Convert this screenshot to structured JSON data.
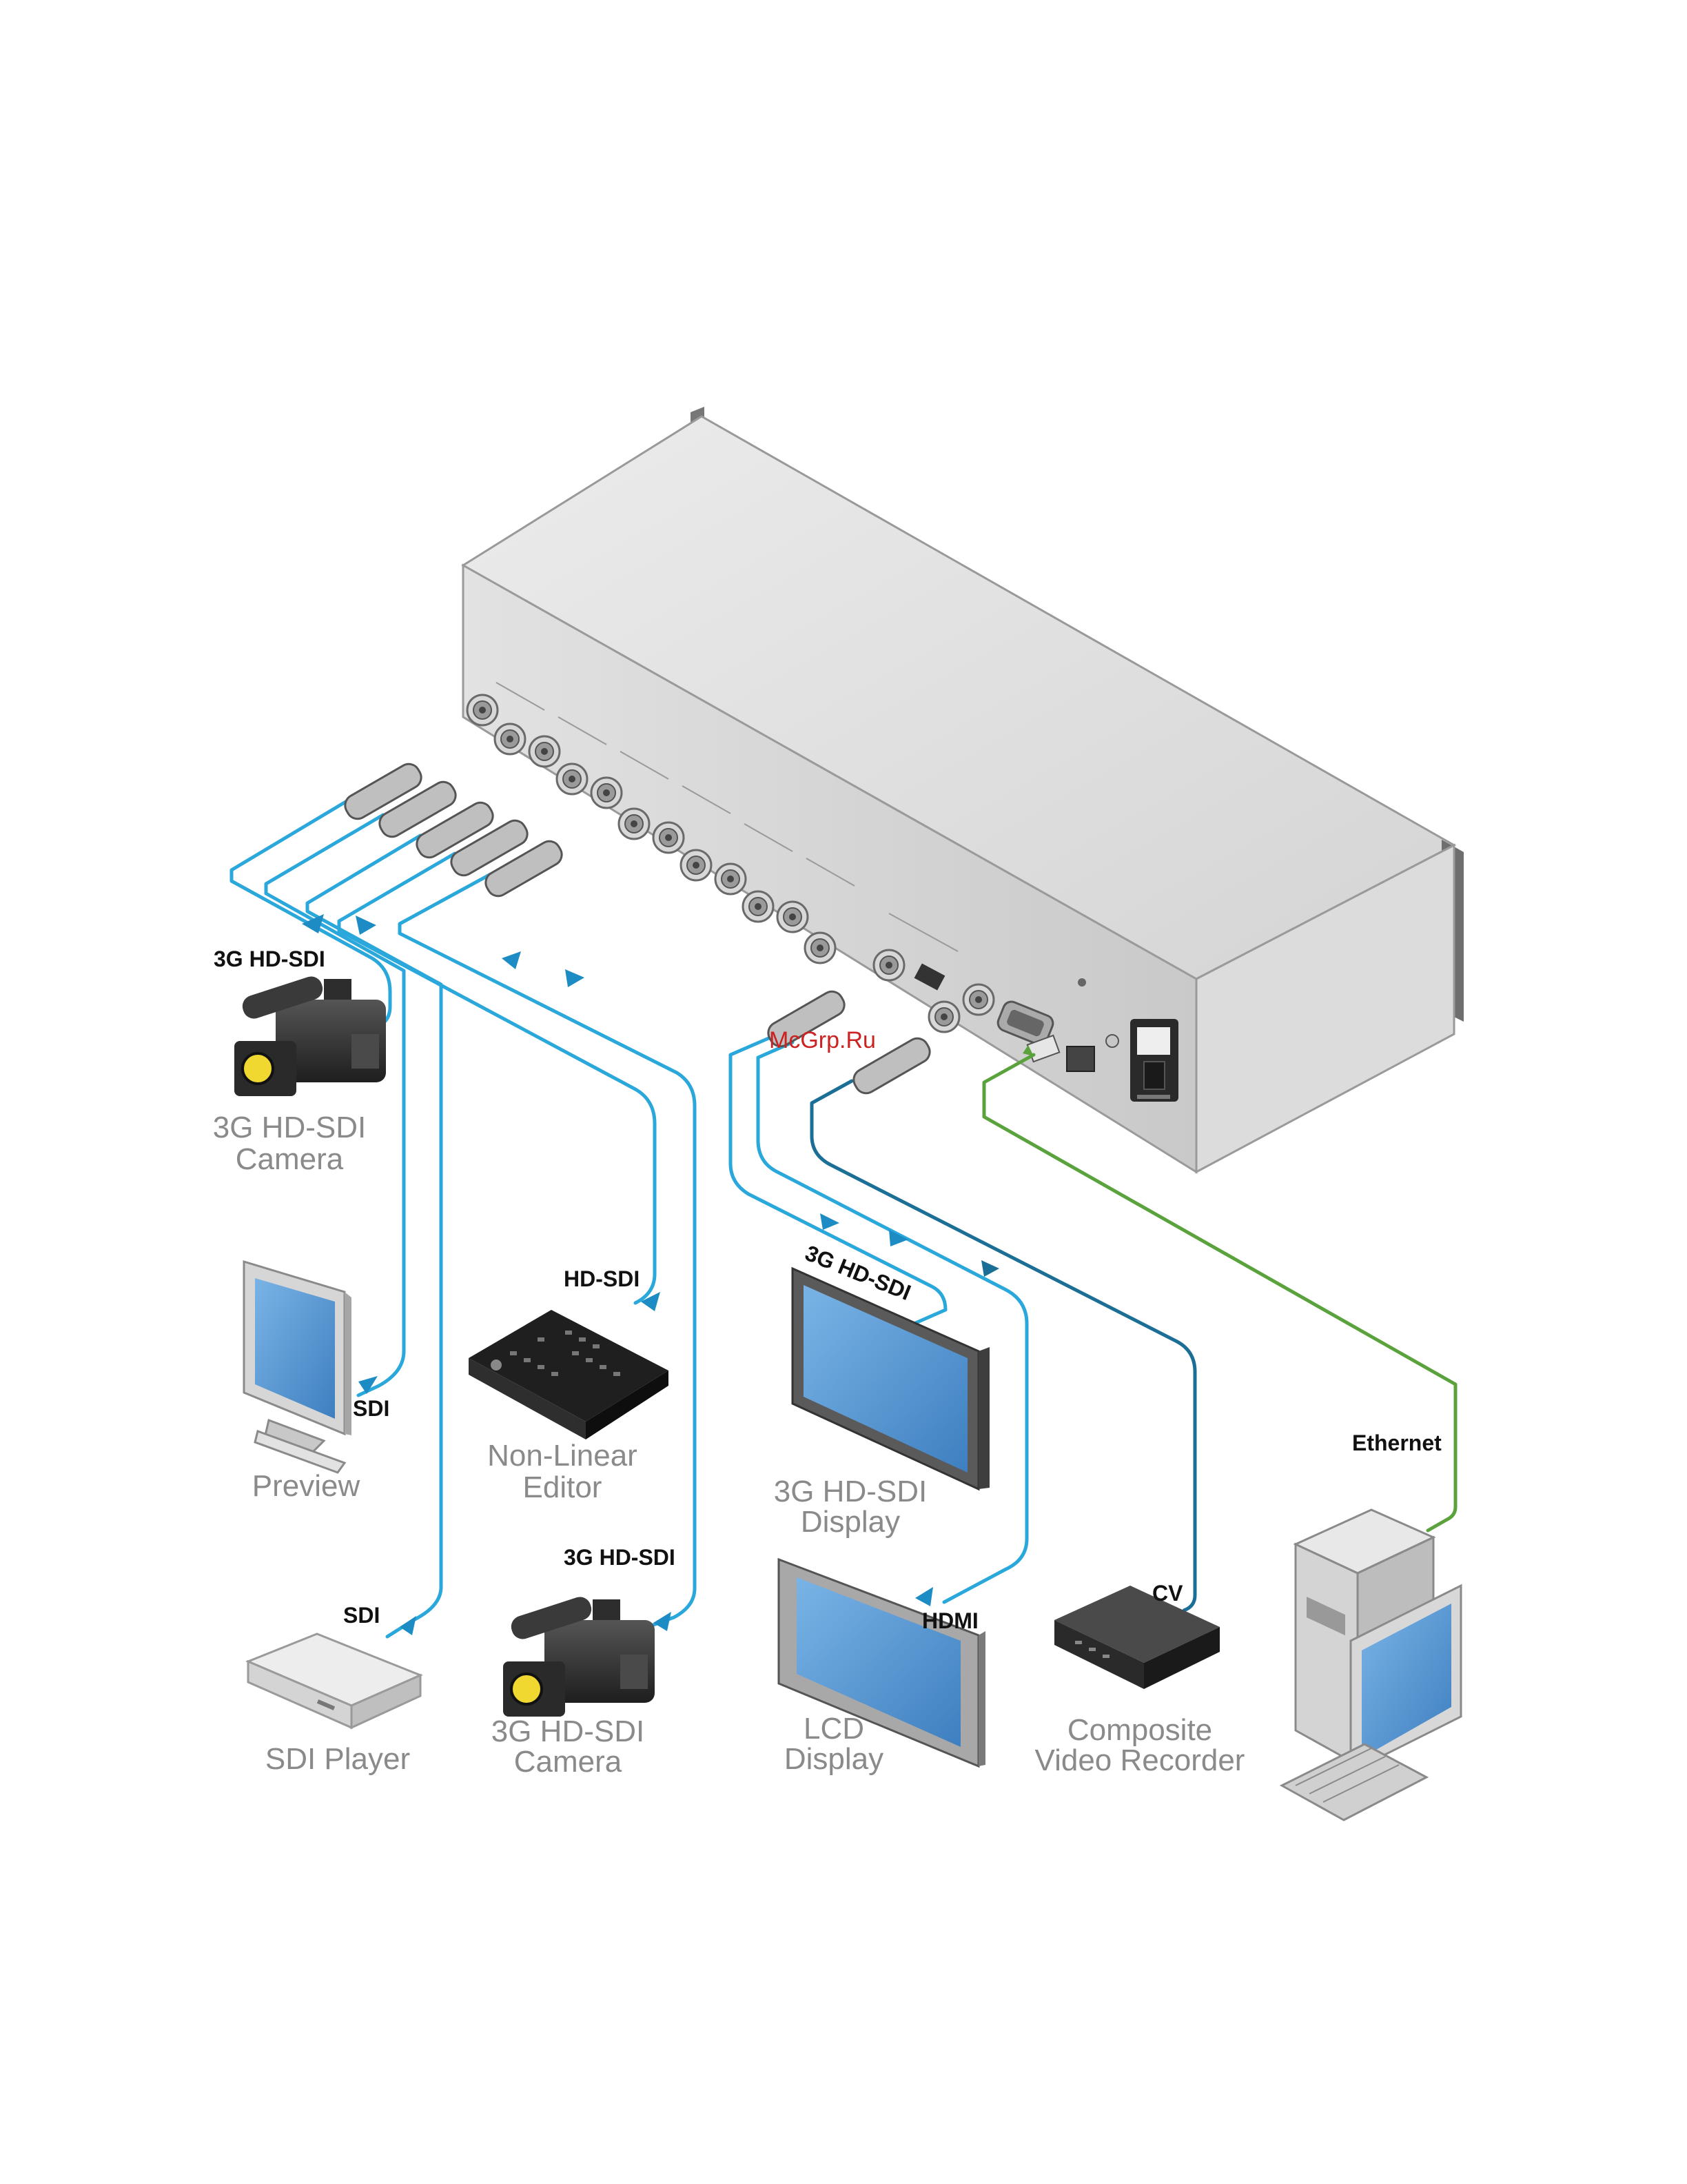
{
  "colors": {
    "sdi_cable": "#2aa7db",
    "cv_cable": "#1b6f96",
    "ethernet_cable": "#5aa33c",
    "device_label": "#8a8a8a",
    "port_label": "#111111",
    "watermark": "#cc2222"
  },
  "watermark": "McGrp.Ru",
  "devices": {
    "camera_1": {
      "name_line1": "3G HD-SDI",
      "name_line2": "Camera",
      "port": "3G HD-SDI"
    },
    "preview": {
      "name": "Preview",
      "port": "SDI"
    },
    "nle": {
      "name_line1": "Non-Linear",
      "name_line2": "Editor",
      "port": "HD-SDI"
    },
    "sdi_player": {
      "name": "SDI Player",
      "port": "SDI"
    },
    "camera_2": {
      "name_line1": "3G HD-SDI",
      "name_line2": "Camera",
      "port": "3G HD-SDI"
    },
    "sdi_display": {
      "name_line1": "3G HD-SDI",
      "name_line2": "Display",
      "port": "3G HD-SDI"
    },
    "lcd_display": {
      "name_line1": "LCD",
      "name_line2": "Display",
      "port": "HDMI"
    },
    "cv_recorder": {
      "name_line1": "Composite",
      "name_line2": "Video Recorder",
      "port": "CV"
    },
    "pc": {
      "port": "Ethernet"
    }
  }
}
